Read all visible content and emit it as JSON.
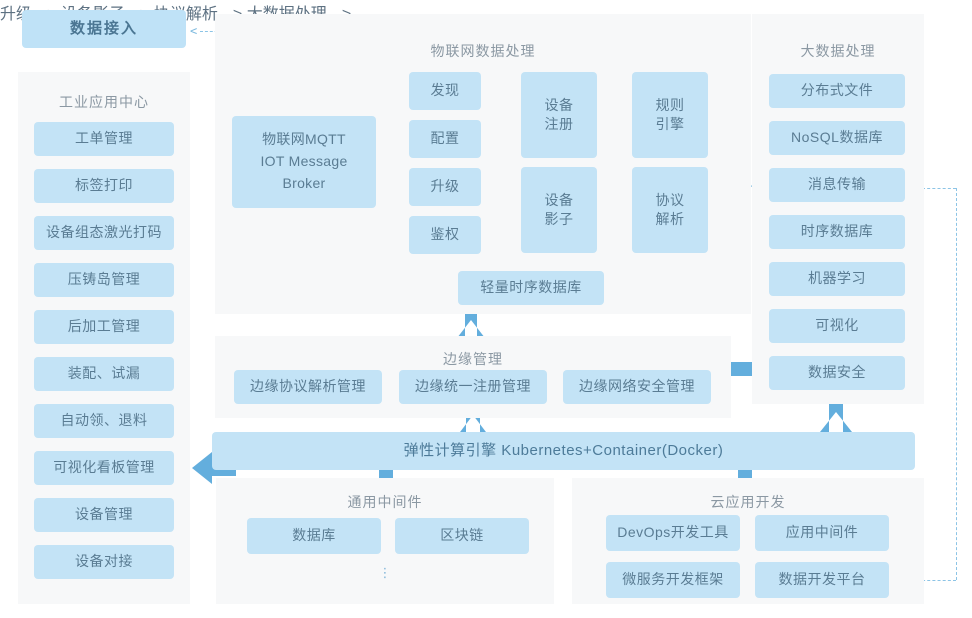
{
  "diagram": {
    "title_box": {
      "label": "数据接入"
    },
    "panels": {
      "industrial_app_center": {
        "title": "工业应用中心",
        "items": [
          "工单管理",
          "标签打印",
          "设备组态激光打码",
          "压铸岛管理",
          "后加工管理",
          "装配、试漏",
          "自动领、退料",
          "可视化看板管理",
          "设备管理",
          "设备对接"
        ]
      },
      "iot_data_processing": {
        "title": "物联网数据处理",
        "broker": "物联网MQTT\nIOT Message\nBroker",
        "broker_lines": [
          "物联网MQTT",
          "IOT Message",
          "Broker"
        ],
        "column_1": [
          "发现",
          "配置",
          "升级",
          "鉴权"
        ],
        "column_2": [
          "设备\n注册",
          "设备\n影子"
        ],
        "column_2_lines": [
          [
            "设备",
            "注册"
          ],
          [
            "设备",
            "影子"
          ]
        ],
        "column_3": [
          "规则\n引擎",
          "协议\n解析"
        ],
        "column_3_lines": [
          [
            "规则",
            "引擎"
          ],
          [
            "协议",
            "解析"
          ]
        ],
        "tsdb": "轻量时序数据库"
      },
      "big_data_processing": {
        "title": "大数据处理",
        "items": [
          "分布式文件",
          "NoSQL数据库",
          "消息传输",
          "时序数据库",
          "机器学习",
          "可视化",
          "数据安全"
        ]
      },
      "edge_management": {
        "title": "边缘管理",
        "items": [
          "边缘协议解析管理",
          "边缘统一注册管理",
          "边缘网络安全管理"
        ]
      },
      "compute_engine": {
        "label": "弹性计算引擎    Kubernetes+Container(Docker)"
      },
      "common_middleware": {
        "title": "通用中间件",
        "items": [
          "数据库",
          "区块链"
        ],
        "more": "⋮"
      },
      "cloud_app_development": {
        "title": "云应用开发",
        "items": [
          "DevOps开发工具",
          "应用中间件",
          "微服务开发框架",
          "数据开发平台"
        ]
      }
    },
    "connectors": {
      "data_access_to_broker": "数据接入 ← 物联网MQTT Broker",
      "broker_to_upgrade": "<-->",
      "upgrade_to_device_shadow": "<-->",
      "device_shadow_to_protocol": "<-->",
      "protocol_to_big_data": "<-->",
      "tsdb_to_protocol": "轻量时序数据库 --> 协议解析",
      "tsdb_to_broker": "轻量时序数据库 --> 物联网MQTT Broker",
      "data_platform_to_message": "数据开发平台 --> 消息传输"
    },
    "colors": {
      "box_fill": "#c3e3f6",
      "header_fill": "#bfe2f7",
      "panel_bg": "#f7f8f9",
      "arrow": "#63aedd",
      "dashed_line": "#8cc4e6",
      "text": "#5a7c93",
      "title_text": "#8b98a3"
    }
  }
}
